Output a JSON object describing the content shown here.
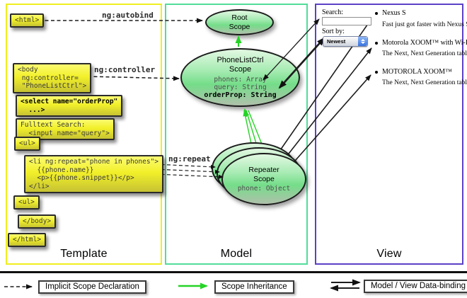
{
  "panels": {
    "template": {
      "label": "Template"
    },
    "model": {
      "label": "Model"
    },
    "view": {
      "label": "View"
    }
  },
  "annotations": {
    "autobind": "ng:autobind",
    "controller": "ng:controller",
    "repeat": "ng:repeat"
  },
  "template": {
    "html_open": "<html>",
    "body_open": "<body\n ng:controller=\n \"PhoneListCtrl\">",
    "select": "<select name=\"orderProp\"\n  ...>",
    "fulltext": "Fulltext Search:\n  <input name=\"query\">",
    "ul_open": "<ul>",
    "li_repeat": "<li ng:repeat=\"phone in phones\">\n  {{phone.name}}\n  <p>{{phone.snippet}}</p>\n</li>",
    "ul_close": "<ul>",
    "body_close": "</body>",
    "html_close": "</html>"
  },
  "model": {
    "root_scope": {
      "title": "Root\nScope"
    },
    "phone_list_ctrl": {
      "title": "PhoneListCtrl\nScope",
      "prop_phones": "phones: Array",
      "prop_query": "query: String",
      "prop_order": "orderProp: String"
    },
    "repeater": {
      "title": "Repeater\nScope",
      "prop_phone": "phone: Object"
    }
  },
  "view": {
    "search_label": "Search:",
    "search_value": "",
    "sort_label": "Sort by:",
    "sort_value": "Newest",
    "items": [
      {
        "title": "Nexus S",
        "desc": "Fast just got faster with Nexus S."
      },
      {
        "title": "Motorola XOOM™ with Wi-Fi",
        "desc": "The Next, Next Generation tablet."
      },
      {
        "title": "MOTOROLA XOOM™",
        "desc": "The Next, Next Generation tablet."
      }
    ]
  },
  "legend": {
    "implicit": "Implicit Scope Declaration",
    "inheritance": "Scope Inheritance",
    "databinding": "Model / View Data-binding"
  },
  "colors": {
    "template-border": "#f0ee20",
    "model-border": "#52dc9a",
    "view-border": "#5b41c6",
    "inherit-green": "#25d425"
  }
}
